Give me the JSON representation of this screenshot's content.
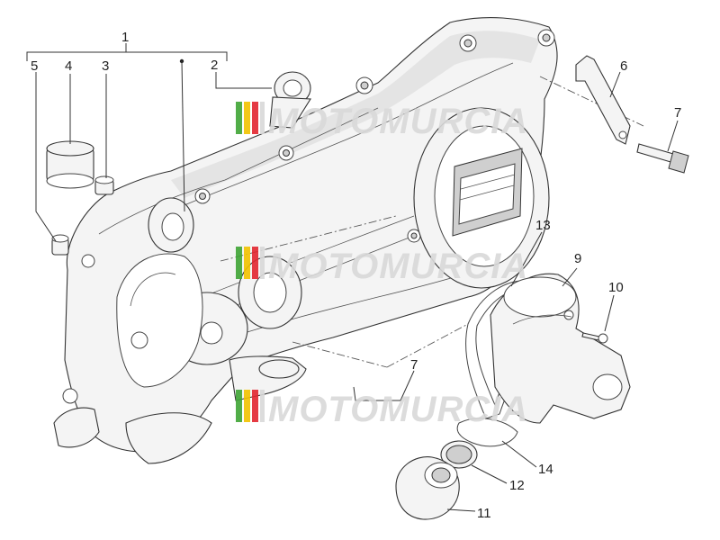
{
  "diagram": {
    "callouts": [
      "1",
      "2",
      "3",
      "4",
      "5",
      "6",
      "7",
      "7",
      "9",
      "10",
      "11",
      "12",
      "13",
      "14"
    ]
  },
  "watermark": {
    "text": "MOTOMURCIA",
    "colors": {
      "green": "#3fa535",
      "yellow": "#f2c300",
      "red": "#e3262f",
      "gray": "#d9d9d9"
    }
  }
}
